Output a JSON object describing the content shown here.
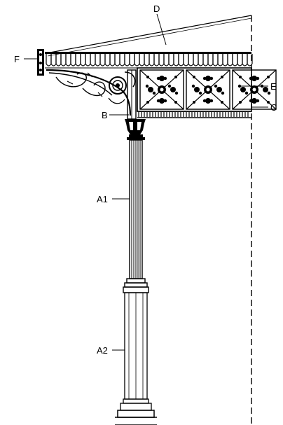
{
  "labels": {
    "column_shaft": "A1",
    "column_base": "A2",
    "capital": "B",
    "valance": "C",
    "roof": "D",
    "panel_ornament": "E",
    "finial": "F"
  },
  "colors": {
    "ink": "#000000",
    "paper": "#ffffff"
  }
}
